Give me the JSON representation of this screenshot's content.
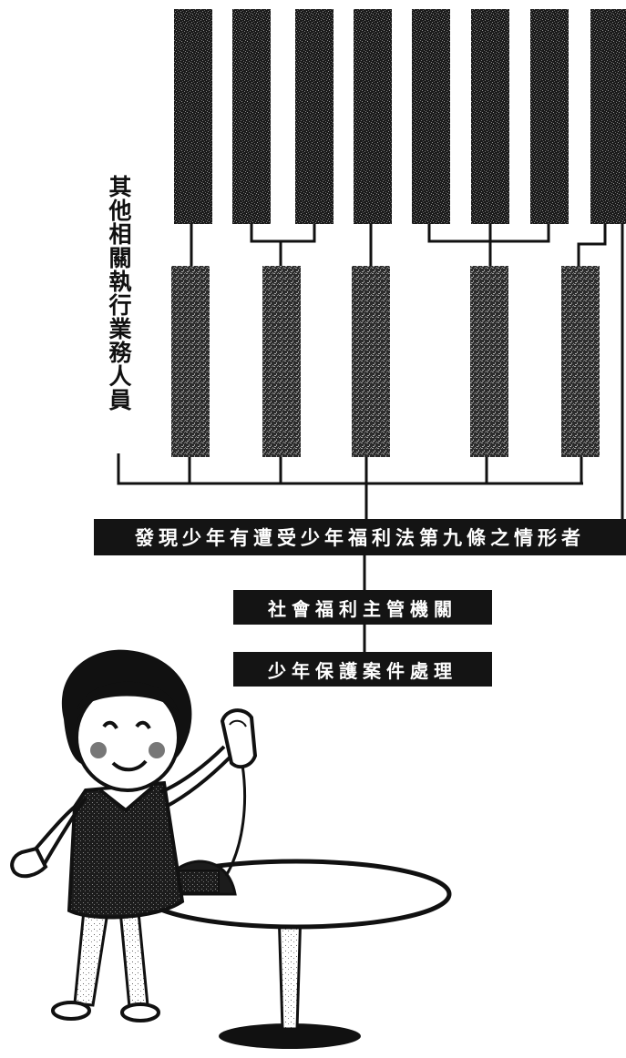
{
  "side_label": "其他相關執行業務人員",
  "boxes": {
    "discover": "發現少年有遭受少年福利法第九條之情形者",
    "welfare": "社會福利主管機關",
    "juvenile": "少年保護案件處理"
  },
  "colors": {
    "box_fill": "#141414",
    "box_text": "#ffffff",
    "line": "#111111",
    "background": "#ffffff"
  },
  "icons": {
    "figure": "woman-on-phone-illustration",
    "table": "round-table-illustration",
    "telephone": "telephone-icon"
  }
}
